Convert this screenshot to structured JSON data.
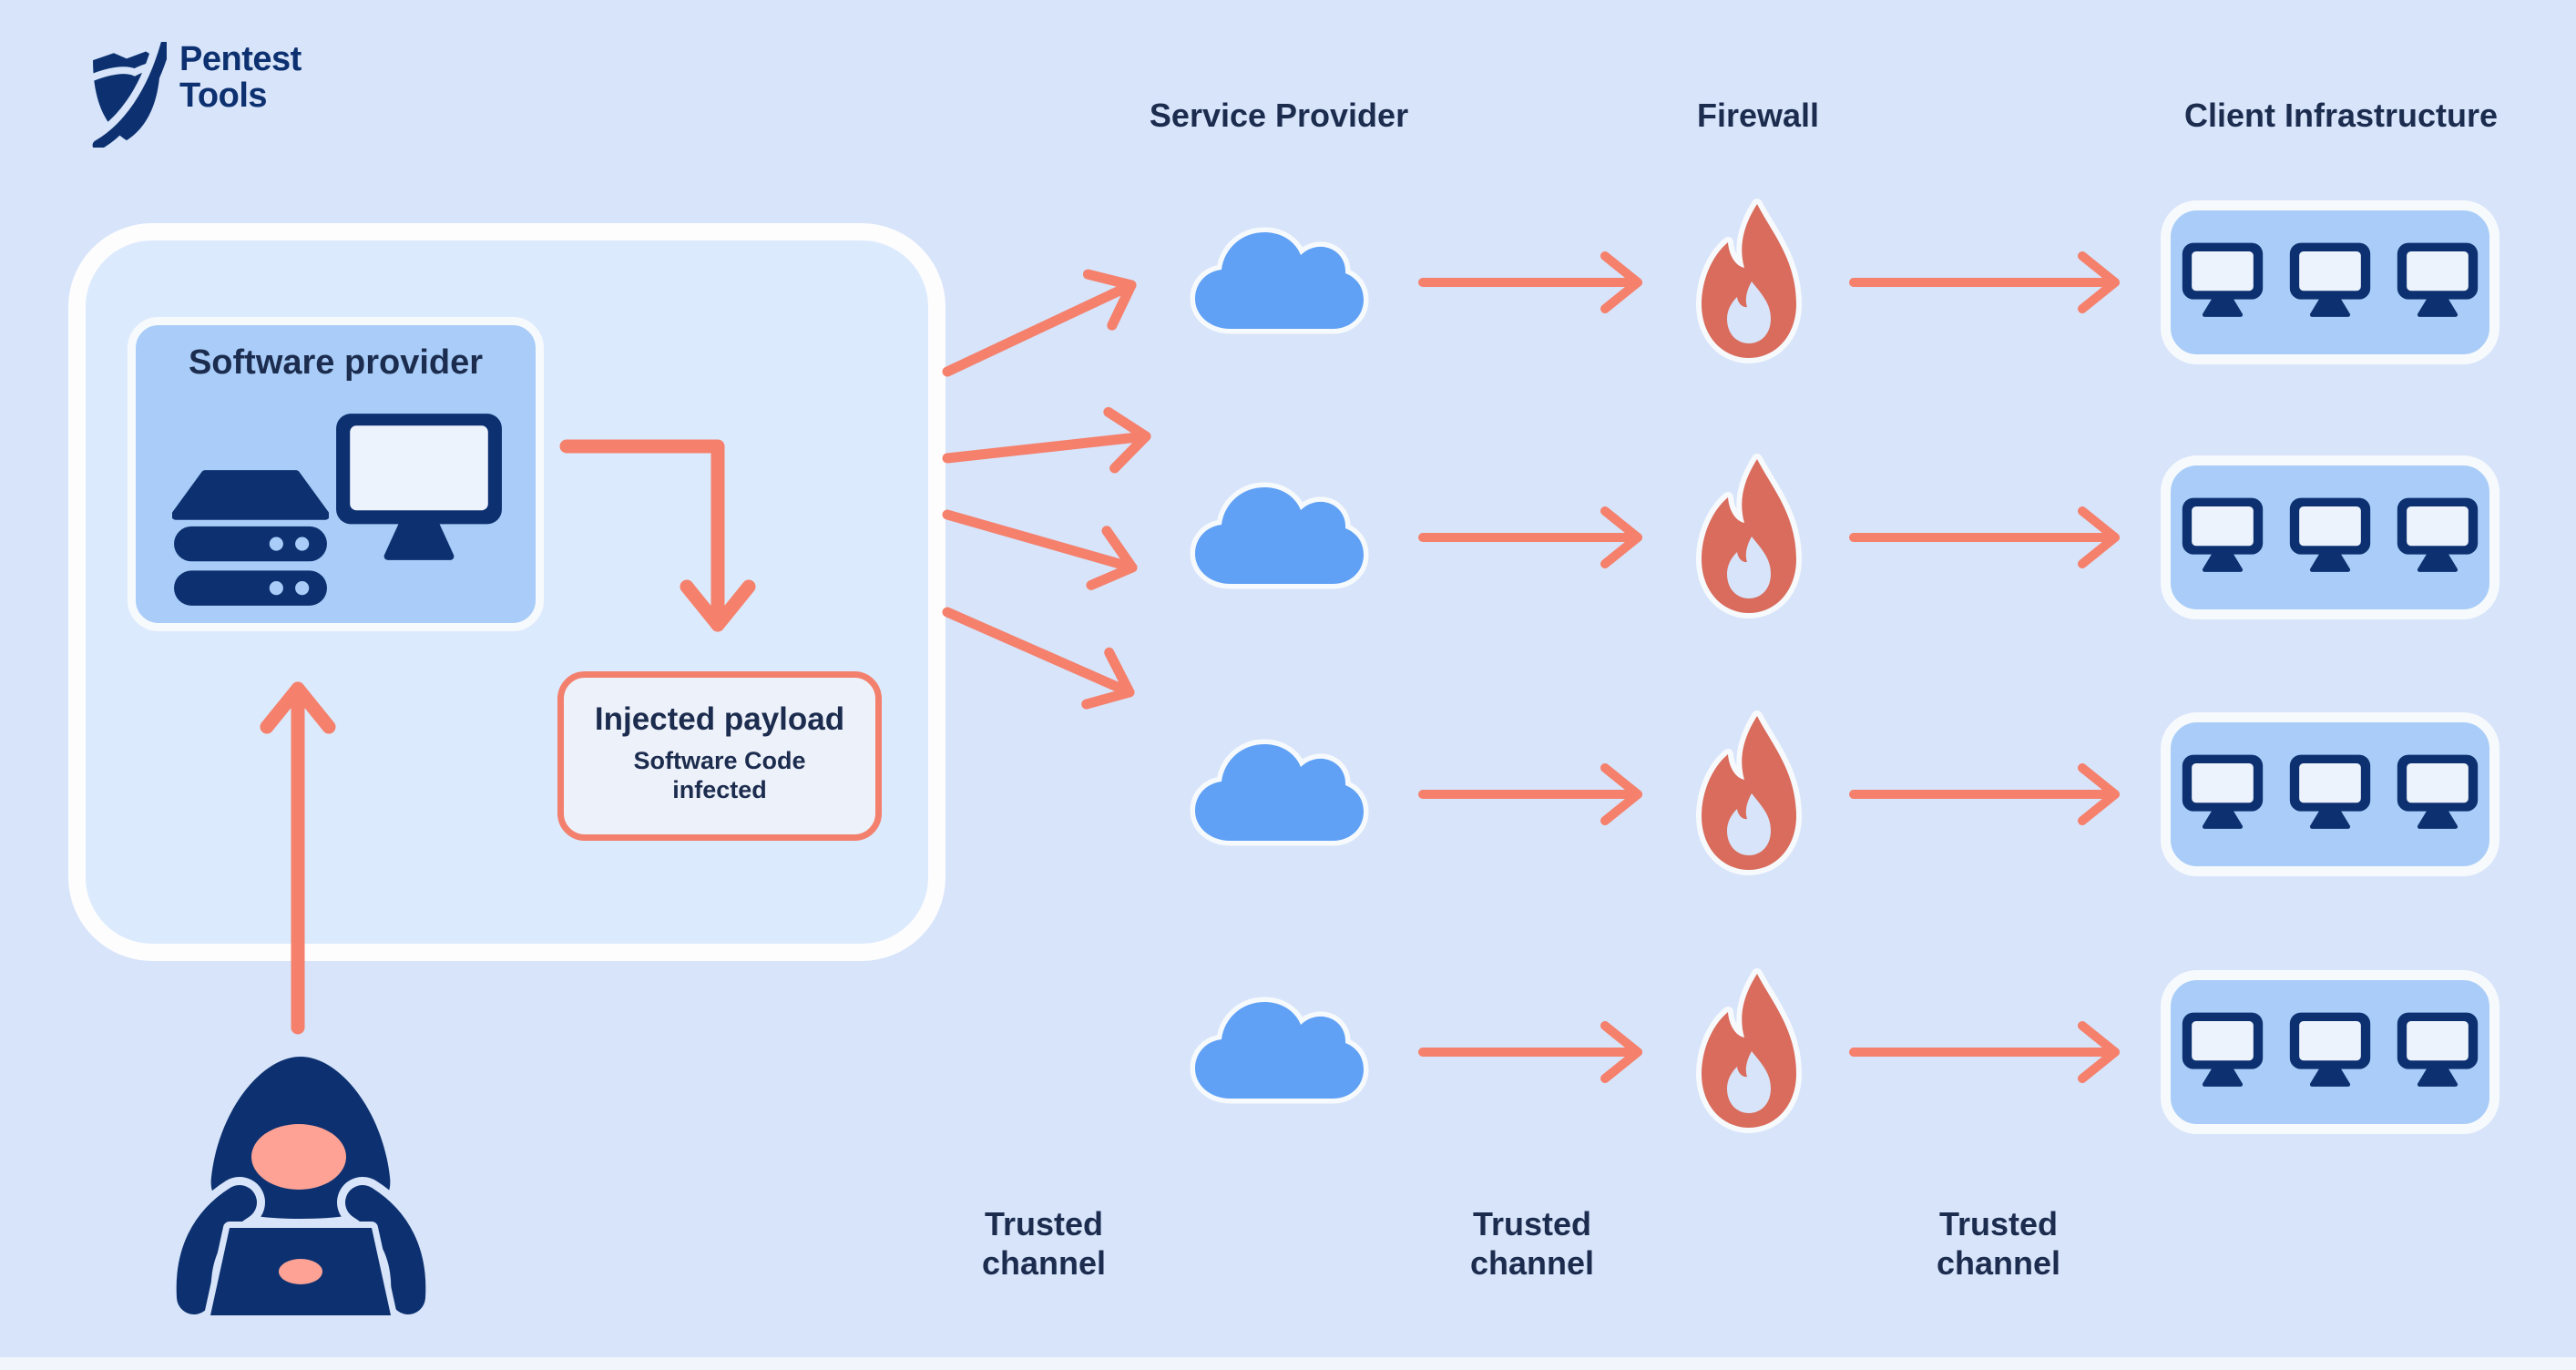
{
  "brand": {
    "name_line1": "Pentest",
    "name_line2": "Tools"
  },
  "headers": {
    "service_provider": "Service Provider",
    "firewall": "Firewall",
    "client_infrastructure": "Client Infrastructure"
  },
  "software_provider": {
    "title": "Software provider"
  },
  "injected_payload": {
    "title": "Injected payload",
    "subtitle_line1": "Software Code",
    "subtitle_line2": "infected"
  },
  "channel_labels": [
    {
      "line1": "Trusted",
      "line2": "channel"
    },
    {
      "line1": "Trusted",
      "line2": "channel"
    },
    {
      "line1": "Trusted",
      "line2": "channel"
    }
  ],
  "rows": {
    "count": 4
  },
  "icons": {
    "logo": "pentest-tools-shield-icon",
    "provider": [
      "server-stack-icon",
      "desktop-monitor-icon"
    ],
    "per_row": [
      "cloud-icon",
      "fire-icon",
      "three-monitors-icon"
    ],
    "attacker": "hooded-hacker-with-laptop-icon",
    "arrows": "salmon-chevron-arrow"
  },
  "colors": {
    "bg": "#d7e4fa",
    "panel-fill": "#dceafd",
    "white": "#fdfdfe",
    "card-blue": "#a9cdf8",
    "card-border": "#f7fafd",
    "navy": "#0d3170",
    "text-navy": "#1c2c4e",
    "cloud-blue": "#60a1f5",
    "salmon": "#f5806c",
    "fire": "#d96c5c",
    "payload-fill": "#edf1fa",
    "payload-border": "#f2806d",
    "skin": "#fda294",
    "screen": "#edf3fd",
    "strip": "#f2f6fc"
  }
}
